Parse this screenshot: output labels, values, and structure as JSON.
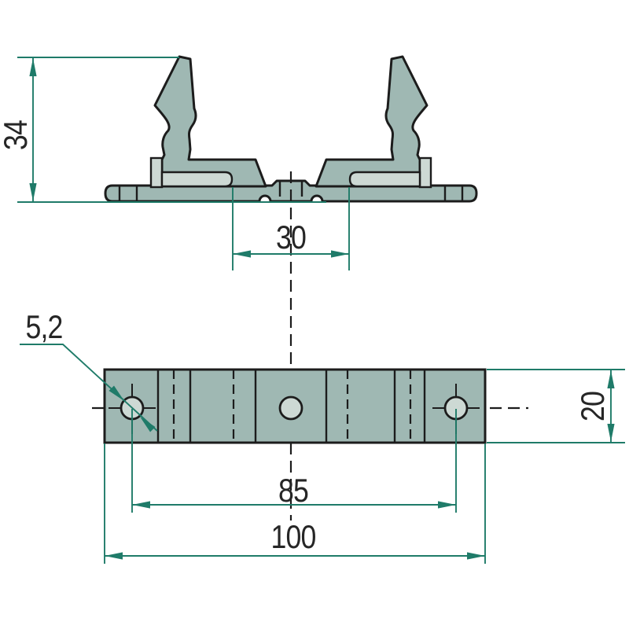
{
  "drawing": {
    "title": "mounting-plate-technical-drawing",
    "views": {
      "section_view": "profile-cross-section",
      "plan_view": "drilled-mounting-plate"
    },
    "dimensions": {
      "profile_height": {
        "value": "34",
        "unit": "mm",
        "orientation": "vertical"
      },
      "slot_gap": {
        "value": "30",
        "unit": "mm",
        "orientation": "horizontal"
      },
      "hole_diameter": {
        "value": "5,2",
        "unit": "mm",
        "orientation": "leader"
      },
      "plate_depth": {
        "value": "20",
        "unit": "mm",
        "orientation": "vertical"
      },
      "hole_spacing": {
        "value": "85",
        "unit": "mm",
        "orientation": "horizontal"
      },
      "plate_length": {
        "value": "100",
        "unit": "mm",
        "orientation": "horizontal"
      }
    },
    "plate": {
      "hole_count": 3
    },
    "colors": {
      "part_fill": "#9fb8b3",
      "slot_fill": "#cdd9d4",
      "outline": "#1c1c1c",
      "dimension_line": "#1f7b69",
      "text": "#262626",
      "background": "#ffffff"
    }
  }
}
